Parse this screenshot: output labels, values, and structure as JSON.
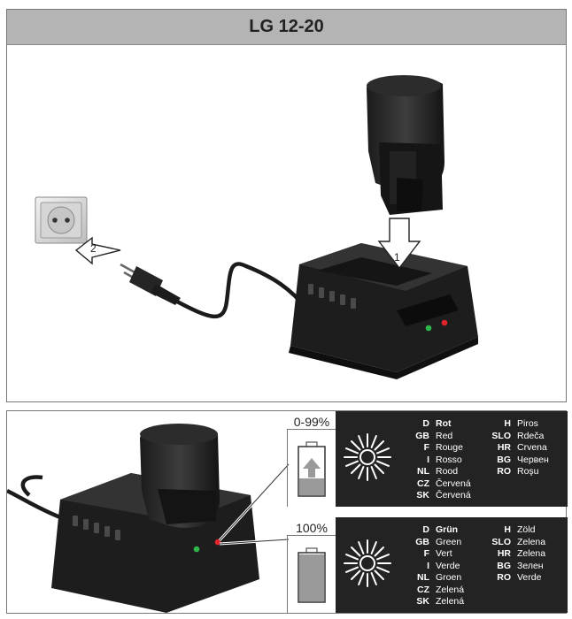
{
  "title": "LG 12-20",
  "steps": {
    "one": "1",
    "two": "2"
  },
  "states": [
    {
      "percent": "0-99%",
      "left_col": [
        {
          "code": "D",
          "text": "Rot"
        },
        {
          "code": "GB",
          "text": "Red"
        },
        {
          "code": "F",
          "text": "Rouge"
        },
        {
          "code": "I",
          "text": "Rosso"
        },
        {
          "code": "NL",
          "text": "Rood"
        },
        {
          "code": "CZ",
          "text": "Červená"
        },
        {
          "code": "SK",
          "text": "Červená"
        }
      ],
      "right_col": [
        {
          "code": "H",
          "text": "Piros"
        },
        {
          "code": "SLO",
          "text": "Rdeča"
        },
        {
          "code": "HR",
          "text": "Crvena"
        },
        {
          "code": "BG",
          "text": "Червен"
        },
        {
          "code": "RO",
          "text": "Roşu"
        }
      ]
    },
    {
      "percent": "100%",
      "left_col": [
        {
          "code": "D",
          "text": "Grün"
        },
        {
          "code": "GB",
          "text": "Green"
        },
        {
          "code": "F",
          "text": "Vert"
        },
        {
          "code": "I",
          "text": "Verde"
        },
        {
          "code": "NL",
          "text": "Groen"
        },
        {
          "code": "CZ",
          "text": "Zelená"
        },
        {
          "code": "SK",
          "text": "Zelená"
        }
      ],
      "right_col": [
        {
          "code": "H",
          "text": "Zöld"
        },
        {
          "code": "SLO",
          "text": "Zelena"
        },
        {
          "code": "HR",
          "text": "Zelena"
        },
        {
          "code": "BG",
          "text": "Зелен"
        },
        {
          "code": "RO",
          "text": "Verde"
        }
      ]
    }
  ],
  "colors": {
    "led_red": "#e0242a",
    "led_green": "#2eb84a",
    "header": "#b4b4b4",
    "dark": "#232323"
  }
}
